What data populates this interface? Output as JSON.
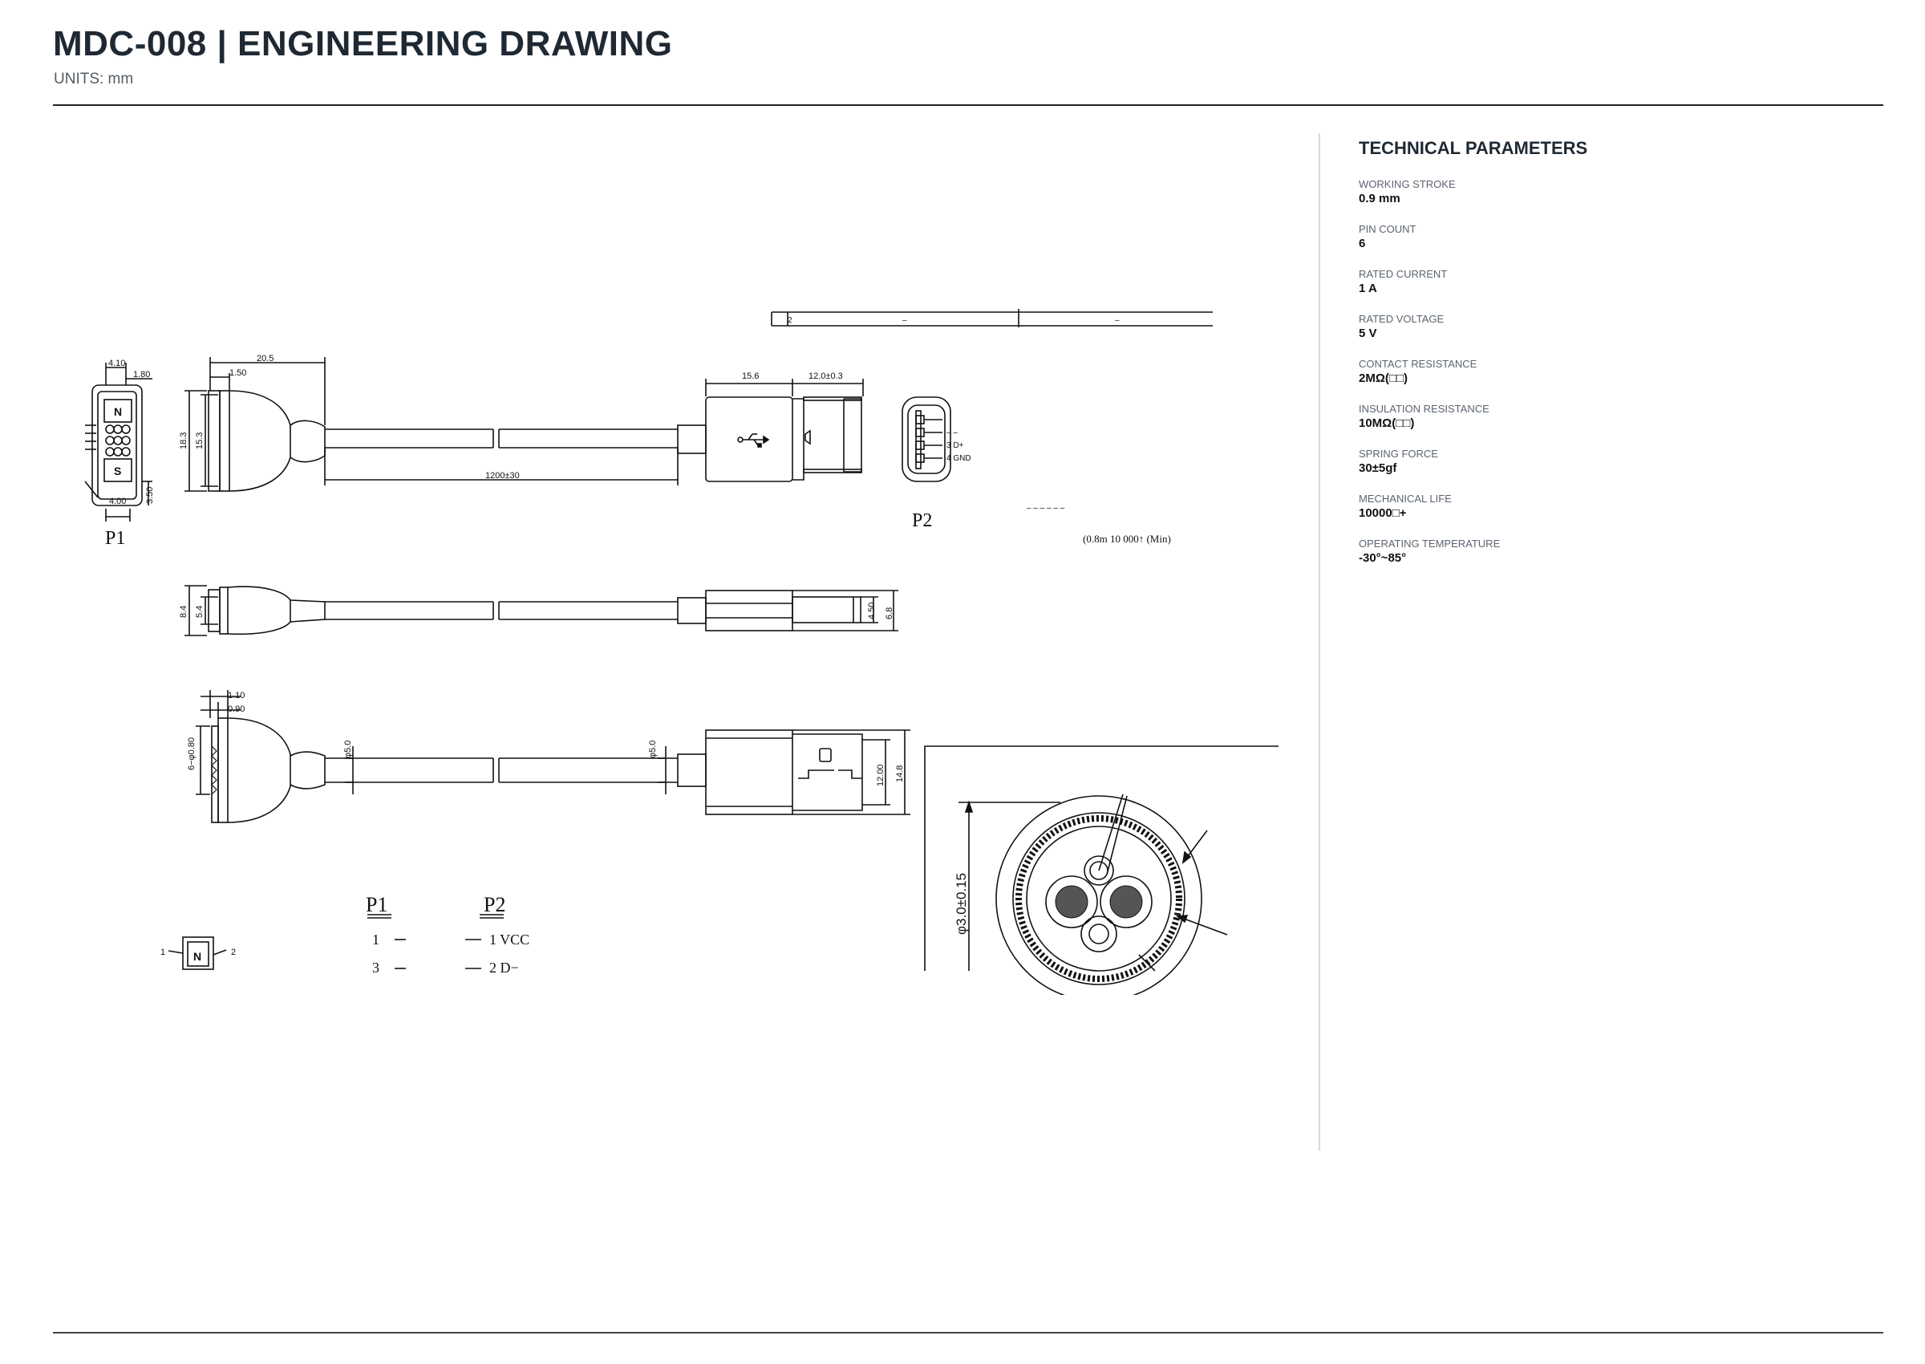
{
  "header": {
    "title": "MDC-008  |  ENGINEERING DRAWING",
    "units": "UNITS: mm"
  },
  "parameters": {
    "heading": "TECHNICAL PARAMETERS",
    "items": [
      {
        "label": "WORKING STROKE",
        "value": "0.9 mm"
      },
      {
        "label": "PIN COUNT",
        "value": "6"
      },
      {
        "label": "RATED CURRENT",
        "value": "1 A"
      },
      {
        "label": "RATED VOLTAGE",
        "value": "5 V"
      },
      {
        "label": "CONTACT RESISTANCE",
        "value": "2MΩ(□□)"
      },
      {
        "label": "INSULATION RESISTANCE",
        "value": "10MΩ(□□)"
      },
      {
        "label": "SPRING FORCE",
        "value": "30±5gf"
      },
      {
        "label": "MECHANICAL LIFE",
        "value": "10000□+"
      },
      {
        "label": "OPERATING TEMPERATURE",
        "value": "-30°~85°"
      }
    ]
  },
  "drawing": {
    "dims": {
      "d_4_10": "4.10",
      "d_1_80": "1.80",
      "d_20_5": "20.5",
      "d_1_50": "1.50",
      "d_18_3": "18.3",
      "d_15_3": "15.3",
      "d_4_00": "4.00",
      "d_3_50": "3.50",
      "d_15_6": "15.6",
      "d_12_0": "12.0±0.3",
      "d_1200": "1200±30",
      "d_8_4": "8.4",
      "d_5_4": "5.4",
      "d_4_50": "4.50",
      "d_6_8": "6.8",
      "d_1_10": "1.10",
      "d_0_90": "0.90",
      "d_6phi": "6−φ0.80",
      "d_phi5a": "φ5.0",
      "d_phi5b": "φ5.0",
      "d_12_00": "12.00",
      "d_14_8": "14.8",
      "d_phi3": "φ3.0±0.15"
    },
    "table_row": {
      "n": "2",
      "a": "–",
      "b": "–"
    },
    "labels": {
      "p1": "P1",
      "p2": "P2",
      "pin_n": "N",
      "pin_s": "S",
      "usb_pin3": "3  D+",
      "usb_pin4": "4  GND",
      "usb_pin_dash": "–  –",
      "wiring_p1": "P1",
      "wiring_p2": "P2",
      "w_p1_1": "1",
      "w_p1_3": "3",
      "w_p2_1": "1  VCC",
      "w_p2_2": "2  D−",
      "frag_spec": "(0.8m 10 000↑ (Min)",
      "frag_top": "– –  – – – –",
      "callout_1": "1",
      "callout_2": "2"
    }
  }
}
